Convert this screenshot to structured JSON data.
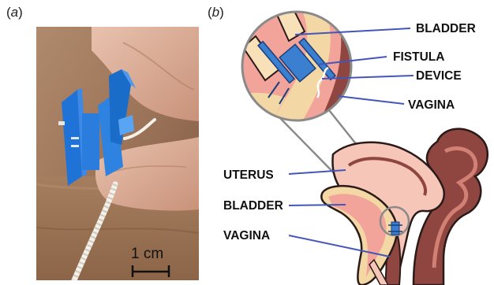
{
  "panel_a": {
    "letter_open": "(",
    "letter": "a",
    "letter_close": ")",
    "scale_label": "1 cm"
  },
  "panel_b": {
    "letter_open": "(",
    "letter": "b",
    "letter_close": ")",
    "labels": {
      "bladder_top": "BLADDER",
      "fistula": "FISTULA",
      "device": "DEVICE",
      "vagina_top": "VAGINA",
      "uterus": "UTERUS",
      "bladder_bottom": "BLADDER",
      "vagina_bottom": "VAGINA"
    }
  },
  "colors": {
    "device_blue": "#3a7fd0",
    "leader_line": "#4456b8",
    "bladder_pink": "#f2a49a",
    "tissue_dark": "#8f4640",
    "fat_cream": "#f3d7a5",
    "zoom_ring": "#8a8a8a"
  }
}
